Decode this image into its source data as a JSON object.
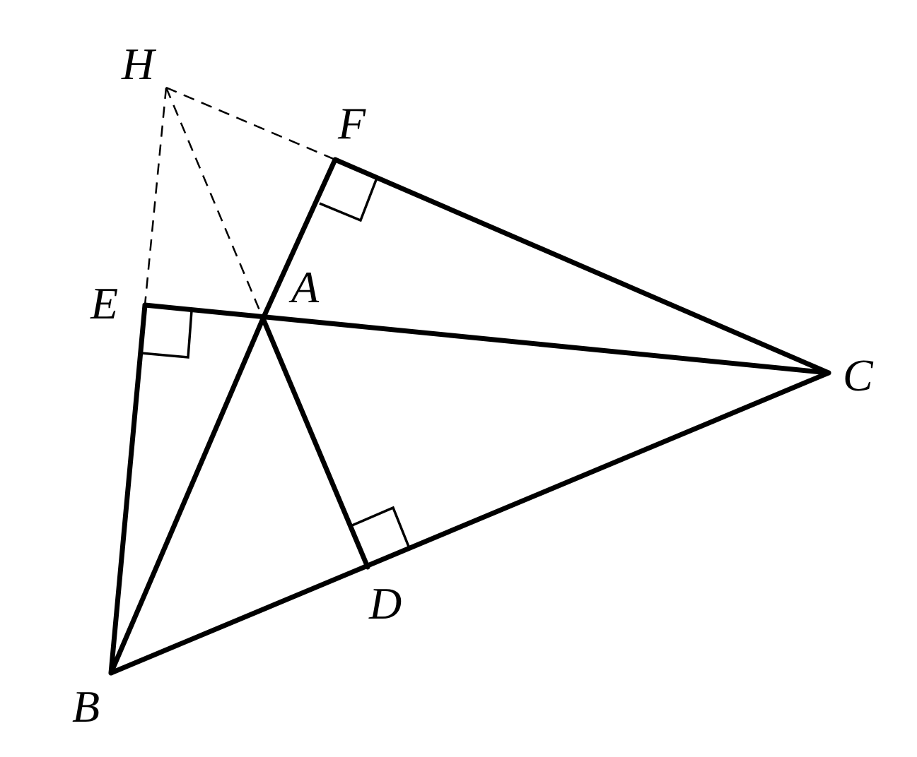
{
  "diagram": {
    "colors": {
      "line": "#000000",
      "background": "#ffffff"
    },
    "points": {
      "H": {
        "label": "H"
      },
      "F": {
        "label": "F"
      },
      "E": {
        "label": "E"
      },
      "A": {
        "label": "A"
      },
      "C": {
        "label": "C"
      },
      "D": {
        "label": "D"
      },
      "B": {
        "label": "B"
      }
    },
    "solid_segments": [
      "BC",
      "CF",
      "FA",
      "AB",
      "BE",
      "EC",
      "AD"
    ],
    "dashed_segments": [
      "HF",
      "HE",
      "HA"
    ],
    "right_angles": [
      "F",
      "E",
      "D"
    ]
  }
}
